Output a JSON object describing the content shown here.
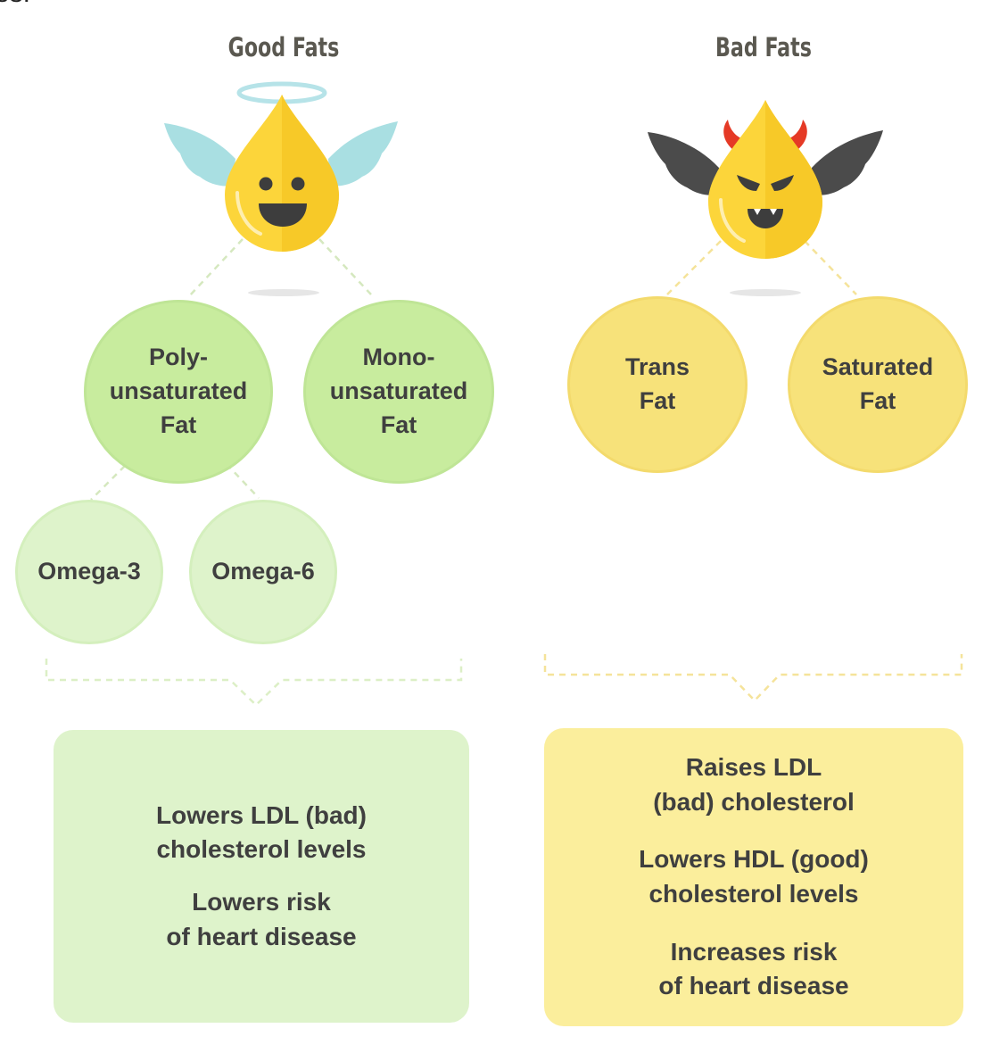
{
  "top_fragment": "es.",
  "good": {
    "heading": "Good Fats",
    "circles": {
      "poly": "Poly-\nunsaturated\nFat",
      "mono": "Mono-\nunsaturated\nFat",
      "omega3": "Omega-3",
      "omega6": "Omega-6"
    },
    "summary": [
      "Lowers LDL (bad)\ncholesterol levels",
      "Lowers risk\nof heart disease"
    ]
  },
  "bad": {
    "heading": "Bad Fats",
    "circles": {
      "trans": "Trans\nFat",
      "saturated": "Saturated\nFat"
    },
    "summary": [
      "Raises LDL\n(bad) cholesterol",
      "Lowers HDL (good)\ncholesterol levels",
      "Increases risk\nof heart disease"
    ]
  },
  "colors": {
    "good_circle": "#c8ec9e",
    "omega_circle": "#def3cb",
    "bad_circle": "#f7e27a",
    "good_box": "#def3cb",
    "bad_box": "#fbee9c",
    "drop_yellow": "#fcd53a",
    "angel_wing": "#a9dfe2",
    "devil_wing": "#4b4b4b",
    "devil_horn": "#e53a26"
  },
  "icons": [
    "angel-drop-icon",
    "devil-drop-icon"
  ]
}
